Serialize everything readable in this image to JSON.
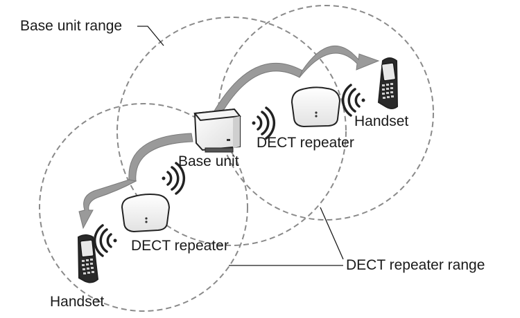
{
  "labels": {
    "base_unit_range": "Base unit range",
    "base_unit": "Base unit",
    "dect_repeater_right": "DECT repeater",
    "handset_right": "Handset",
    "dect_repeater_left": "DECT repeater",
    "handset_left": "Handset",
    "dect_repeater_range": "DECT repeater range"
  },
  "colors": {
    "range_circle": "#8a8a8a",
    "arrow": "#9a9a9a",
    "outline": "#222222"
  }
}
